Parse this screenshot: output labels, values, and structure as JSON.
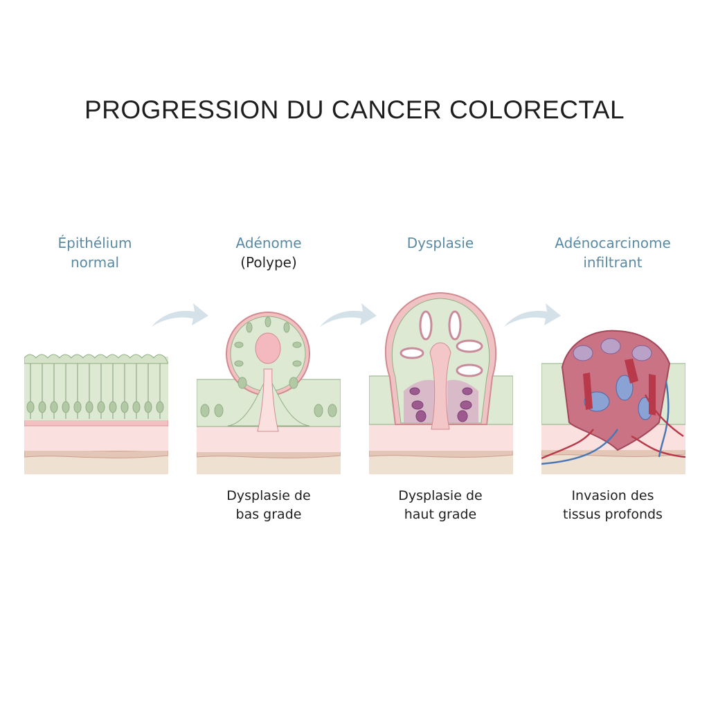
{
  "title": "PROGRESSION DU CANCER COLORECTAL",
  "colors": {
    "label_blue": "#5a8aa3",
    "cell_green": "#d6e6cc",
    "nucleus_green": "#a9c29c",
    "mucosa_pink": "#f9dede",
    "submucosa_tan": "#efe1d2",
    "muscle_band": "#e6c9b8",
    "dysplasia_purple": "#a66a99",
    "arrow": "#d3dfe6",
    "artery_red": "#b8394a",
    "vein_blue": "#4a77b4"
  },
  "stages": [
    {
      "title": "Épithélium",
      "title_line2": "normal",
      "subtitle": "",
      "caption_line1": "",
      "caption_line2": ""
    },
    {
      "title": "Adénome",
      "title_line2": "",
      "subtitle": "(Polype)",
      "caption_line1": "Dysplasie de",
      "caption_line2": "bas grade"
    },
    {
      "title": "Dysplasie",
      "title_line2": "",
      "subtitle": "",
      "caption_line1": "Dysplasie de",
      "caption_line2": "haut grade"
    },
    {
      "title": "Adénocarcinome",
      "title_line2": "infiltrant",
      "subtitle": "",
      "caption_line1": "Invasion des",
      "caption_line2": "tissus profonds"
    }
  ],
  "arrows": [
    "arrow-right-icon",
    "arrow-right-icon",
    "arrow-right-icon"
  ]
}
